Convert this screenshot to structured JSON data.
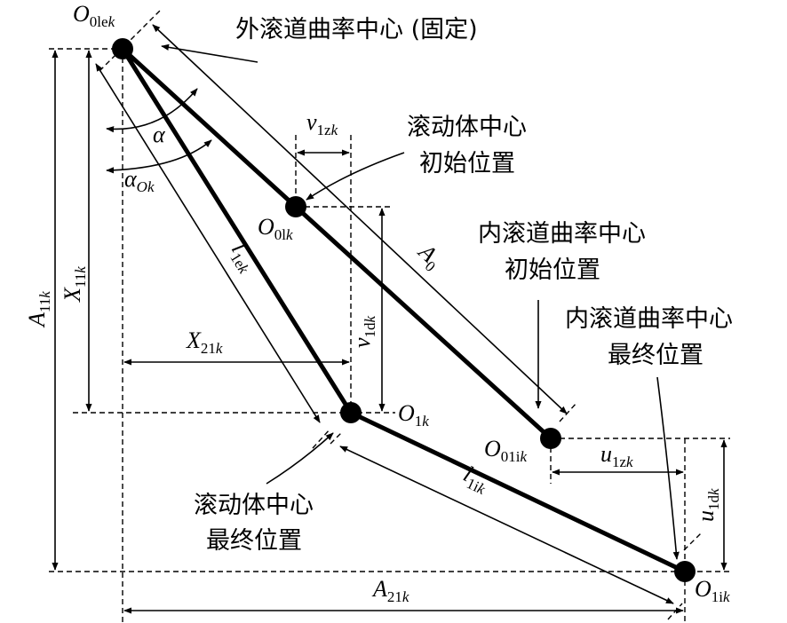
{
  "labels": {
    "o_outer_main": "O",
    "o_outer_sub": "0le",
    "o_outer_k": "k",
    "o_ball0_main": "O",
    "o_ball0_sub": "0l",
    "o_ball0_k": "k",
    "o_ball1_main": "O",
    "o_ball1_sub": "1",
    "o_ball1_k": "k",
    "o_inner0_main": "O",
    "o_inner0_sub": "01i",
    "o_inner0_k": "k",
    "o_inner1_main": "O",
    "o_inner1_sub": "1i",
    "o_inner1_k": "k",
    "alpha": "α",
    "alpha_o_main": "α",
    "alpha_o_sub": "O",
    "alpha_o_k": "k",
    "v1z_main": "v",
    "v1z_sub": "1z",
    "v1z_k": "k",
    "v1d_main": "v",
    "v1d_sub": "1d",
    "v1d_k": "k",
    "u1z_main": "u",
    "u1z_sub": "1z",
    "u1z_k": "k",
    "u1d_main": "u",
    "u1d_sub": "1d",
    "u1d_k": "k",
    "x11_main": "X",
    "x11_sub": "11",
    "x11_k": "k",
    "a11_main": "A",
    "a11_sub": "11",
    "a11_k": "k",
    "x21_main": "X",
    "x21_sub": "21",
    "x21_k": "k",
    "a21_main": "A",
    "a21_sub": "21",
    "a21_k": "k",
    "le_main": "l",
    "le_sub": "1e",
    "le_k": "k",
    "li_main": "l",
    "li_sub": "1i",
    "li_k": "k",
    "a0_main": "A",
    "a0_sub": "0",
    "note_outer_center": "外滚道曲率中心 (固定)",
    "note_ball_initial_1": "滚动体中心",
    "note_ball_initial_2": "初始位置",
    "note_inner_initial_1": "内滚道曲率中心",
    "note_inner_initial_2": "初始位置",
    "note_inner_final_1": "内滚道曲率中心",
    "note_inner_final_2": "最终位置",
    "note_ball_final_1": "滚动体中心",
    "note_ball_final_2": "最终位置"
  }
}
